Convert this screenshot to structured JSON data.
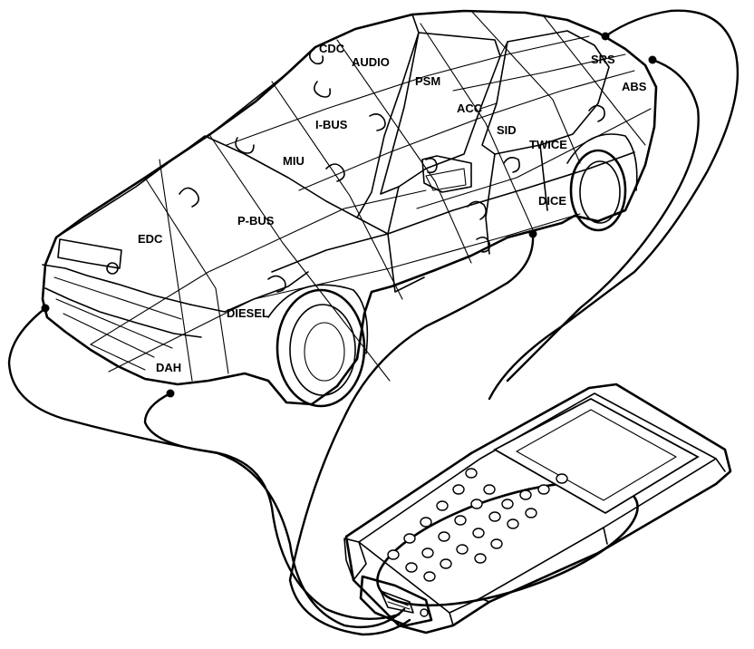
{
  "modules": {
    "cdc": "CDC",
    "audio": "AUDIO",
    "psm": "PSM",
    "srs": "SRS",
    "abs": "ABS",
    "acc": "ACC",
    "ibus": "I-BUS",
    "sid": "SID",
    "twice": "TWICE",
    "miu": "MIU",
    "dice": "DICE",
    "edc": "EDC",
    "pbus": "P-BUS",
    "diesel": "DIESEL",
    "dah": "DAH"
  }
}
